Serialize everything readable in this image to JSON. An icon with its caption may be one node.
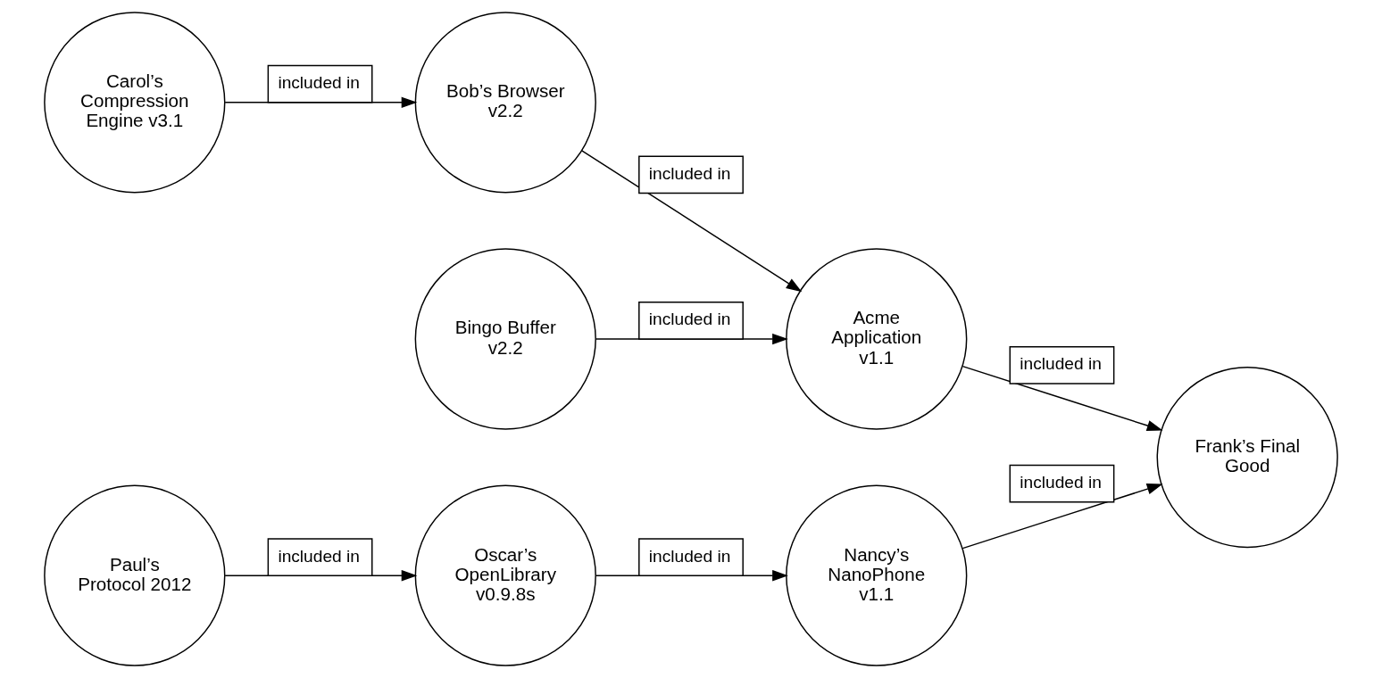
{
  "diagram": {
    "nodes": [
      {
        "text": [
          "Bingo Buffer v2.2"
        ]
      },
      {
        "text": [
          "Acme Application v1.1"
        ]
      },
      {
        "text": [
          "Carol’s Compression Engine v3.1"
        ]
      },
      {
        "text": [
          "Bob’s Browser v2.2"
        ]
      },
      {
        "text": [
          "Frank’s Final Good"
        ]
      },
      {
        "text": [
          "Paul’s Protocol 2012"
        ]
      },
      {
        "text": [
          "Oscar’s OpenLibrary v0.9.8s"
        ]
      },
      {
        "text": [
          "Nancy’s NanoPhone v1.1"
        ]
      }
    ],
    "edges": [
      {
        "from": 0,
        "to": 1,
        "arrow": "to",
        "label": "included in"
      },
      {
        "from": 3,
        "to": 1,
        "arrow": "to",
        "label": "included in"
      },
      {
        "from": 2,
        "to": 3,
        "arrow": "to",
        "label": "included in"
      },
      {
        "from": 1,
        "to": 4,
        "arrow": "to",
        "label": "included in"
      },
      {
        "from": 7,
        "to": 4,
        "arrow": "to",
        "label": "included in"
      },
      {
        "from": 5,
        "to": 6,
        "arrow": "to",
        "label": "included in"
      },
      {
        "from": 6,
        "to": 7,
        "arrow": "to",
        "label": "included in"
      }
    ]
  }
}
